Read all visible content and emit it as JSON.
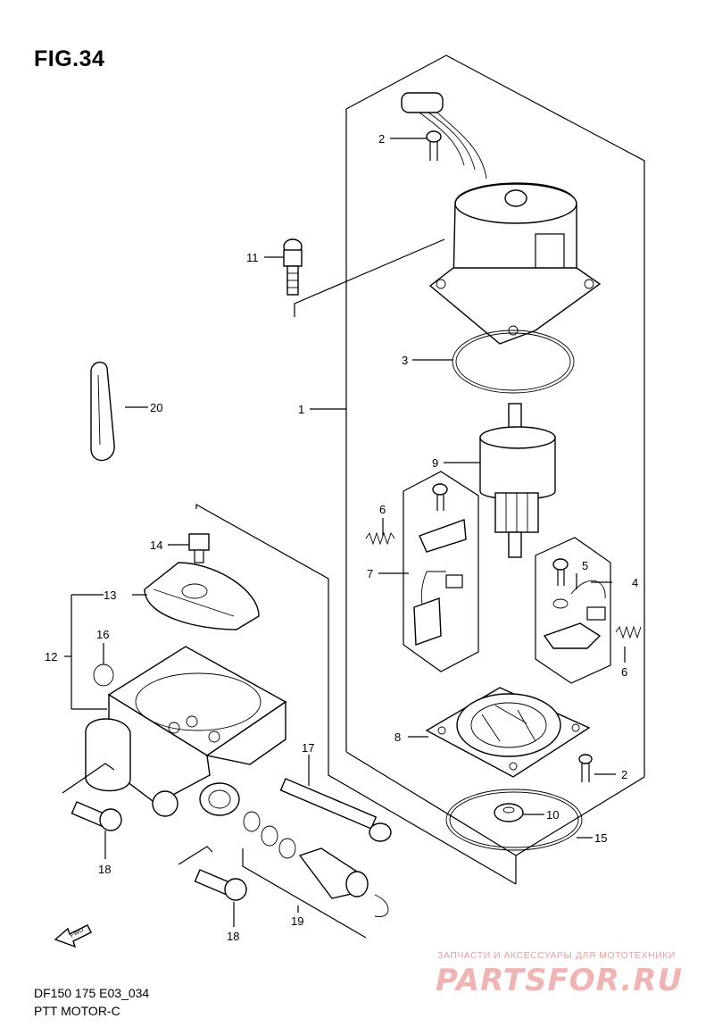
{
  "figure_title": "FIG.34",
  "model_code": "DF150 175 E03_034",
  "subtitle": "PTT MOTOR-C",
  "fwd_label": "FWD",
  "watermark": {
    "tagline": "ЗАПЧАСТИ И АКСЕССУАРЫ ДЛЯ МОТОТЕХНИКИ",
    "logo": "PARTSFOR.RU"
  },
  "callouts": {
    "c1": "1",
    "c2a": "2",
    "c2b": "2",
    "c3": "3",
    "c4": "4",
    "c5": "5",
    "c6a": "6",
    "c6b": "6",
    "c7": "7",
    "c8": "8",
    "c9": "9",
    "c10": "10",
    "c11": "11",
    "c12": "12",
    "c13": "13",
    "c14": "14",
    "c15": "15",
    "c16": "16",
    "c17": "17",
    "c18a": "18",
    "c18b": "18",
    "c19": "19",
    "c20": "20"
  },
  "colors": {
    "line": "#000000",
    "watermark": "#f0b4b4"
  }
}
